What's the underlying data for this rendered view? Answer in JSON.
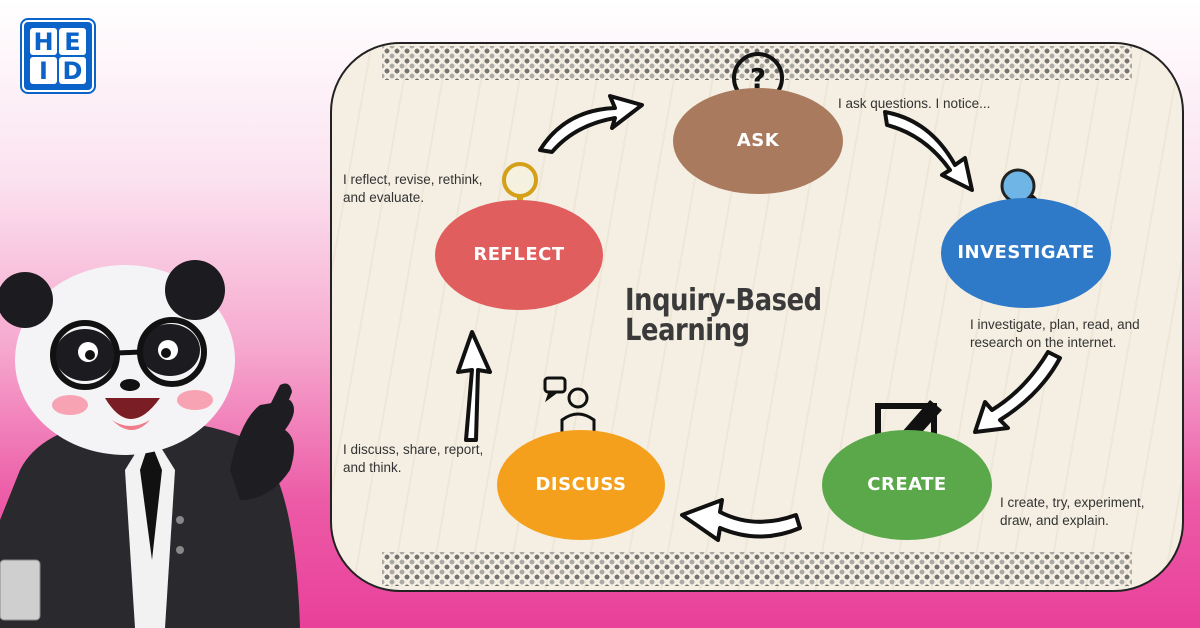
{
  "logo": {
    "letters": [
      "H",
      "E",
      "I",
      "D"
    ]
  },
  "diagram": {
    "title": "Inquiry-Based Learning",
    "nodes": [
      {
        "key": "ask",
        "label": "ASK",
        "color": "#a97a5e",
        "description": "I ask questions. I notice..."
      },
      {
        "key": "investigate",
        "label": "INVESTIGATE",
        "color": "#2f79c9",
        "description": "I investigate, plan, read, and\nresearch on the internet."
      },
      {
        "key": "create",
        "label": "CREATE",
        "color": "#5aa84a",
        "description": "I create, try, experiment,\ndraw, and explain."
      },
      {
        "key": "discuss",
        "label": "DISCUSS",
        "color": "#f5a01c",
        "description": "I discuss, share, report,\nand think."
      },
      {
        "key": "reflect",
        "label": "REFLECT",
        "color": "#e05e5e",
        "description": "I reflect, revise, rethink,\nand evaluate."
      }
    ],
    "icons": [
      "question-mark-icon",
      "magnifying-glass-icon",
      "edit-icon",
      "person-speech-icon",
      "magnifying-glass-icon"
    ]
  }
}
